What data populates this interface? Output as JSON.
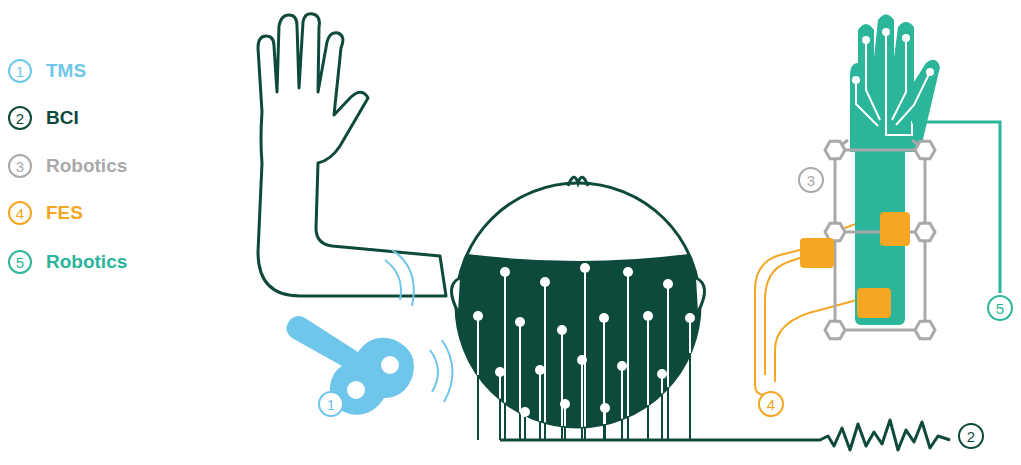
{
  "diagram": {
    "labels": [
      "1",
      "2",
      "3",
      "4",
      "5",
      "1",
      "3",
      "4",
      "5",
      "2"
    ],
    "legend": [
      {
        "text": "TMS",
        "color": "#6ec6ea"
      },
      {
        "text": "BCI",
        "color": "#0e4a3c"
      },
      {
        "text": "Robotics",
        "color": "#a9a9a9"
      },
      {
        "text": "FES",
        "color": "#f5a623"
      },
      {
        "text": "Robotics",
        "color": "#2bb59a"
      }
    ]
  }
}
